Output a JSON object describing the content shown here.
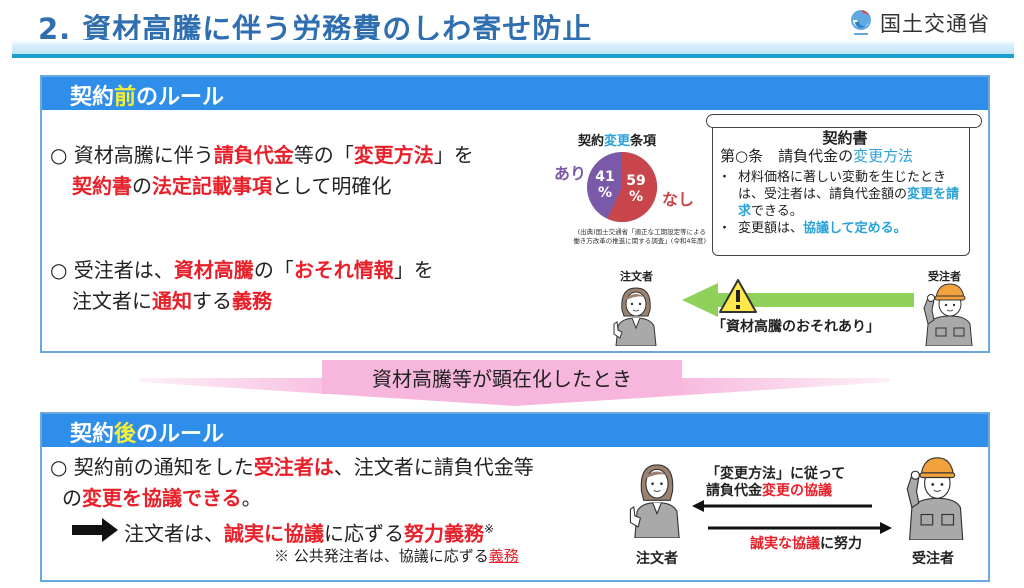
{
  "header": {
    "title": "2.  資材高騰に伴う労務費のしわ寄せ防止",
    "logo_text": "国土交通省",
    "colors": {
      "title": "#2f6fb0",
      "rule_line": "#1aa0cf"
    }
  },
  "before": {
    "heading_pre": "契約",
    "heading_hl": "前",
    "heading_post": "のルール",
    "bullet1": {
      "line1": [
        {
          "t": "○ 資材高騰に伴う",
          "s": "n"
        },
        {
          "t": "請負代金",
          "s": "r"
        },
        {
          "t": "等の「",
          "s": "n"
        },
        {
          "t": "変更方法",
          "s": "r"
        },
        {
          "t": "」を",
          "s": "n"
        }
      ],
      "line2": [
        {
          "t": "契約書",
          "s": "r"
        },
        {
          "t": "の",
          "s": "n"
        },
        {
          "t": "法定記載事項",
          "s": "r"
        },
        {
          "t": "として明確化",
          "s": "n"
        }
      ]
    },
    "bullet2": {
      "line1": [
        {
          "t": "○ 受注者は、",
          "s": "n"
        },
        {
          "t": "資材高騰",
          "s": "r"
        },
        {
          "t": "の「",
          "s": "n"
        },
        {
          "t": "おそれ情報",
          "s": "r"
        },
        {
          "t": "」を",
          "s": "n"
        }
      ],
      "line2": [
        {
          "t": "注文者に",
          "s": "n"
        },
        {
          "t": "通知",
          "s": "r"
        },
        {
          "t": "する",
          "s": "n"
        },
        {
          "t": "義務",
          "s": "r"
        }
      ]
    },
    "pie": {
      "title_pre": "契約",
      "title_hl": "変更",
      "title_post": "条項",
      "label_yes": "あり",
      "label_no": "なし",
      "pct_yes": "41",
      "pct_no": "59",
      "pct_sign": "%",
      "source_line1": "(出典)国土交通省「適正な工期設定等による",
      "source_line2": "働き方改革の推進に関する調査」(令和4年度)"
    },
    "contract": {
      "title": "契約書",
      "article_pre": "第○条　請負代金の",
      "article_hl": "変更方法",
      "item1_a": "材料価格に著しい変動を生じたときは、受注者は、請負代金額の",
      "item1_hl": "変更を請求",
      "item1_b": "できる。",
      "item2_a": "変更額は、",
      "item2_hl": "協議して定める。"
    },
    "illustration": {
      "orderer_label": "注文者",
      "contractor_label": "受注者",
      "warning_text": "「資材高騰のおそれあり」"
    }
  },
  "transition": {
    "label": "資材高騰等が顕在化したとき"
  },
  "after": {
    "heading_pre": "契約",
    "heading_hl": "後",
    "heading_post": "のルール",
    "bullet1": {
      "line1": [
        {
          "t": "○ 契約前の通知をした",
          "s": "n"
        },
        {
          "t": "受注者は",
          "s": "r"
        },
        {
          "t": "、注文者に請負代金等",
          "s": "n"
        }
      ],
      "line2": [
        {
          "t": "の",
          "s": "n"
        },
        {
          "t": "変更を協議できる",
          "s": "r"
        },
        {
          "t": "。",
          "s": "n"
        }
      ]
    },
    "bullet2": [
      {
        "t": "注文者は、",
        "s": "n"
      },
      {
        "t": "誠実に協議",
        "s": "r"
      },
      {
        "t": "に応ずる",
        "s": "n"
      },
      {
        "t": "努力義務",
        "s": "r"
      }
    ],
    "bullet2_mark": "※",
    "note_pre": "※ 公共発注者は、協議に応ずる",
    "note_ul": "義務",
    "illustration": {
      "orderer_label": "注文者",
      "contractor_label": "受注者",
      "flow1_line1": "「変更方法」に従って",
      "flow1_line2_pre": "請負代金",
      "flow1_line2_hl": "変更の協議",
      "flow2_hl": "誠実な協議",
      "flow2_post": "に努力"
    }
  },
  "colors": {
    "panel_header": "#2f8ee9",
    "highlight_red": "#e8202a",
    "highlight_blue": "#2ba3d8",
    "highlight_yellow": "#f4f03a",
    "pie_yes": "#7a5aa8",
    "pie_no": "#c8464b",
    "transition_pink": "#f7b6dc",
    "arrow_green": "#8fd15a"
  }
}
